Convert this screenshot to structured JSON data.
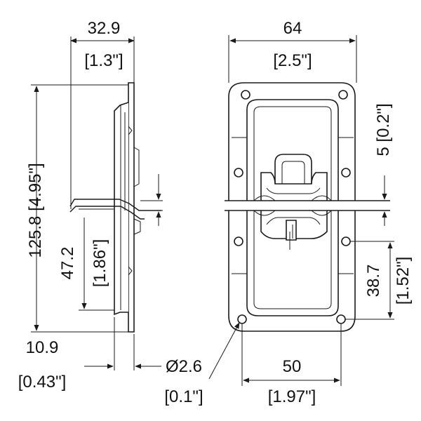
{
  "drawing": {
    "side_view": {
      "depth_mm": "32.9",
      "depth_in": "[1.3\"]",
      "height_mm": "125.8",
      "height_in": "[4.95\"]",
      "latch_height_mm": "47.2",
      "latch_height_in": "[1.86\"]",
      "flange_mm": "10.9",
      "flange_in": "[0.43\"]"
    },
    "front_view": {
      "width_mm": "64",
      "width_in": "[2.5\"]",
      "gap_label": "5 [0.2\"]",
      "hole_offset_mm": "38.7",
      "hole_offset_in": "[1.52\"]",
      "hole_spacing_mm": "50",
      "hole_spacing_in": "[1.97\"]",
      "hole_dia_mm": "Ø2.6",
      "hole_dia_in": "[0.1\"]"
    }
  },
  "colors": {
    "line": "#1a1a1a",
    "background": "#ffffff"
  }
}
